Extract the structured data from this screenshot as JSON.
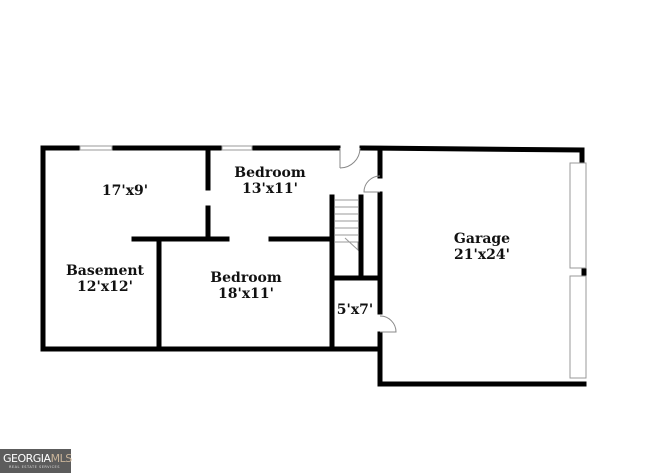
{
  "rooms": [
    {
      "name": "",
      "size": "17'x9'"
    },
    {
      "name": "Bedroom",
      "size": "13'x11'"
    },
    {
      "name": "Basement",
      "size": "12'x12'"
    },
    {
      "name": "Bedroom",
      "size": "18'x11'"
    },
    {
      "name": "",
      "size": "5'x7'"
    },
    {
      "name": "Garage",
      "size": "21'x24'"
    }
  ],
  "logo": {
    "brand_a": "GEORGIA",
    "brand_b": "MLS",
    "tagline": "REAL ESTATE SERVICES"
  },
  "colors": {
    "wall": "#000000",
    "logo_bg": "#5c5c5c"
  }
}
